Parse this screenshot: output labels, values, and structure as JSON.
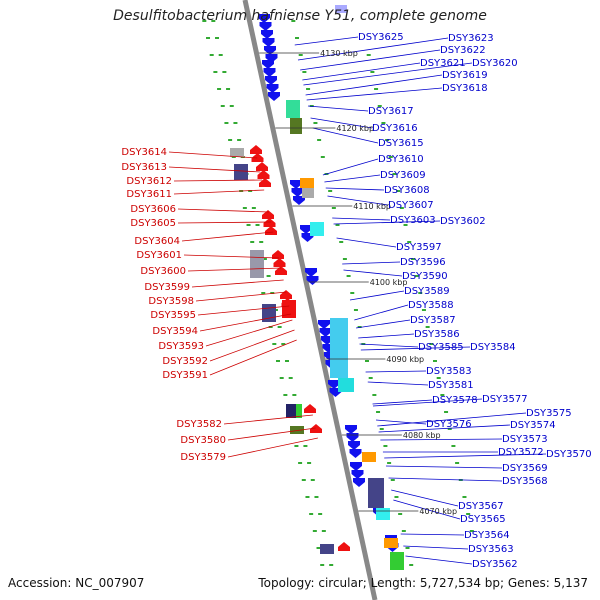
{
  "title": "Desulfitobacterium hafniense Y51, complete genome",
  "footer": {
    "accession": "Accession: NC_007907",
    "summary": "Topology: circular; Length: 5,727,534 bp; Genes: 5,137"
  },
  "colors": {
    "forward_label": "#0000cc",
    "reverse_label": "#cc0000",
    "forward_arrow": "#1111ee",
    "reverse_arrow": "#ee1111",
    "backbone": "#888888",
    "dots": "#33aa33"
  },
  "scale_ticks": [
    "4130 kbp",
    "4120 kbp",
    "4110 kbp",
    "4100 kbp",
    "4090 kbp",
    "4080 kbp",
    "4070 kbp"
  ],
  "forward_genes": [
    "DSY3625",
    "DSY3623",
    "DSY3622",
    "DSY3621",
    "DSY3620",
    "DSY3619",
    "DSY3618",
    "DSY3617",
    "DSY3616",
    "DSY3615",
    "DSY3610",
    "DSY3609",
    "DSY3608",
    "DSY3607",
    "DSY3603",
    "DSY3602",
    "DSY3597",
    "DSY3596",
    "DSY3590",
    "DSY3589",
    "DSY3588",
    "DSY3587",
    "DSY3586",
    "DSY3585",
    "DSY3584",
    "DSY3583",
    "DSY3581",
    "DSY3578",
    "DSY3577",
    "DSY3576",
    "DSY3575",
    "DSY3574",
    "DSY3573",
    "DSY3572",
    "DSY3570",
    "DSY3569",
    "DSY3568",
    "DSY3567",
    "DSY3565",
    "DSY3564",
    "DSY3563",
    "DSY3562"
  ],
  "reverse_genes": [
    "DSY3614",
    "DSY3613",
    "DSY3612",
    "DSY3611",
    "DSY3606",
    "DSY3605",
    "DSY3604",
    "DSY3601",
    "DSY3600",
    "DSY3599",
    "DSY3598",
    "DSY3595",
    "DSY3594",
    "DSY3593",
    "DSY3592",
    "DSY3591",
    "DSY3582",
    "DSY3580",
    "DSY3579"
  ]
}
